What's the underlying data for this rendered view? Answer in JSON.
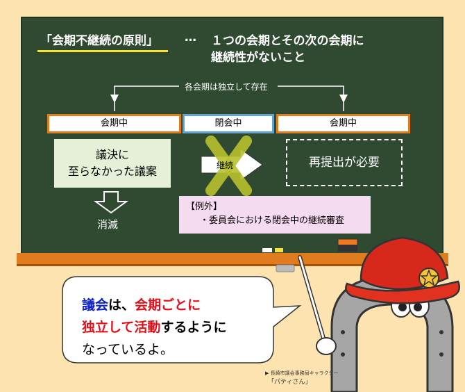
{
  "board": {
    "title": "「会期不継続の原則」",
    "ellipsis": "…",
    "definition_line1": "１つの会期とその次の会期に",
    "definition_line2": "継続性がないこと",
    "independent_label": "各会期は独立して存在"
  },
  "timeline": {
    "session1": "会期中",
    "recess": "閉会中",
    "session2": "会期中"
  },
  "bill": {
    "line1": "議決に",
    "line2": "至らなかった議案"
  },
  "continuation_label": "継続",
  "resubmit_label": "再提出が必要",
  "lapse_label": "消滅",
  "exception": {
    "heading": "【例外】",
    "item": "・委員会における閉会中の継続審査"
  },
  "bubble": {
    "l1_a": "議会",
    "l1_b": "は、",
    "l1_c": "会期ごとに",
    "l2_a": "独立して活動",
    "l2_b": "するように",
    "l3": "なっているよ。"
  },
  "caption": {
    "line1": "▶ 長崎市議会事務局キャラクター",
    "line2": "「パティさん」"
  },
  "colors": {
    "blackboard": "#2F4A31",
    "chalk_ledge": "#E07B1E",
    "accent_blue": "#0C22CC",
    "accent_red": "#E3101A",
    "background": "#FCE3B0"
  }
}
